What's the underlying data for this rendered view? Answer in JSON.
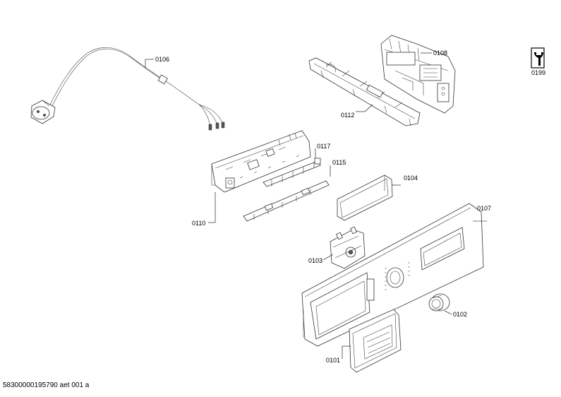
{
  "parts": [
    {
      "key": "p0106",
      "number": "0106"
    },
    {
      "key": "p0108",
      "number": "0108"
    },
    {
      "key": "p0112",
      "number": "0112"
    },
    {
      "key": "p0199",
      "number": "0199"
    },
    {
      "key": "p0117",
      "number": "0117"
    },
    {
      "key": "p0115",
      "number": "0115"
    },
    {
      "key": "p0104",
      "number": "0104"
    },
    {
      "key": "p0110",
      "number": "0110"
    },
    {
      "key": "p0107",
      "number": "0107"
    },
    {
      "key": "p0103",
      "number": "0103"
    },
    {
      "key": "p0102",
      "number": "0102"
    },
    {
      "key": "p0101",
      "number": "0101"
    }
  ],
  "footer": {
    "text": "58300000195790 aet 001 a"
  },
  "icons": {
    "service": "wrench-service-icon"
  }
}
